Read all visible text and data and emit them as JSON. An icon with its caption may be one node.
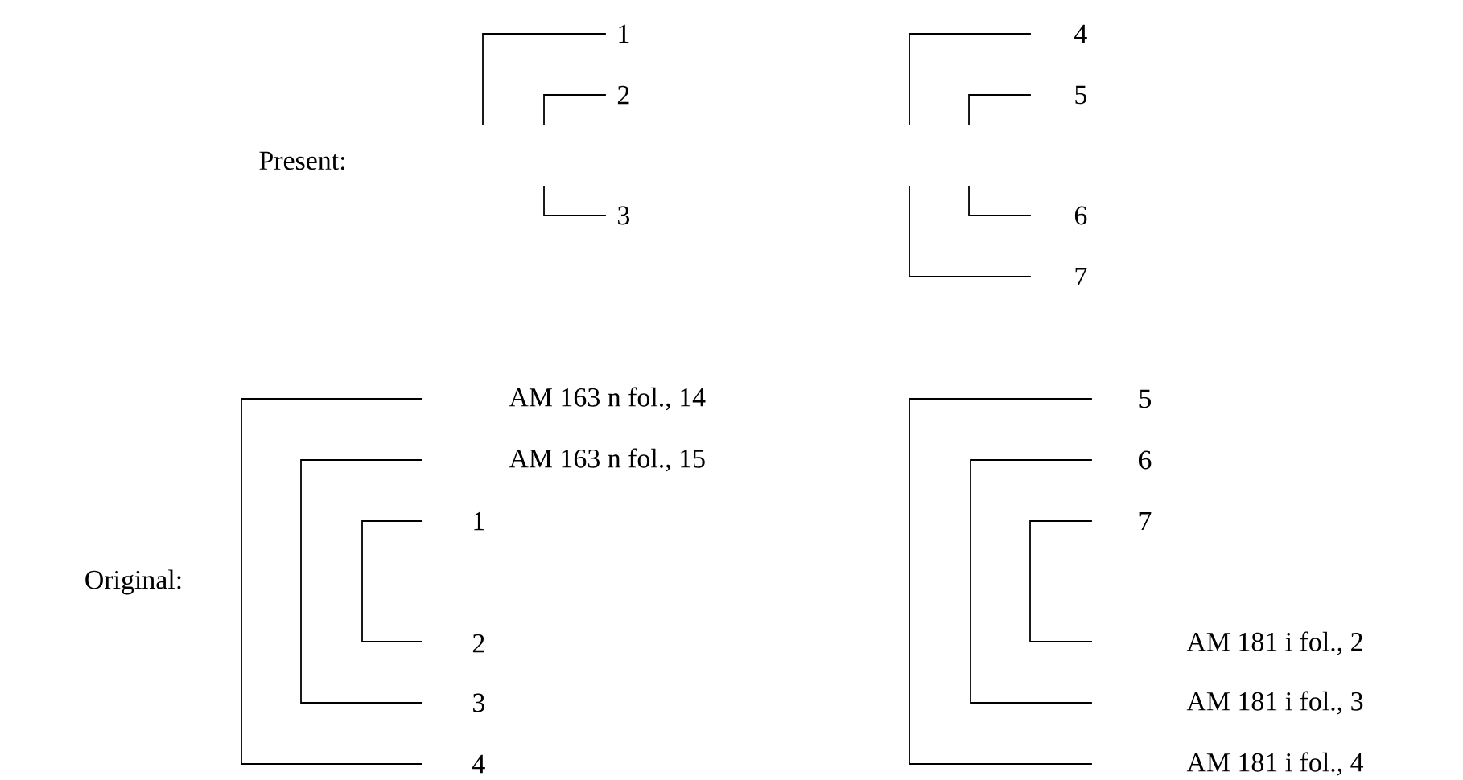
{
  "diagram": {
    "labels": [
      "Present:",
      "1",
      "2",
      "3",
      "4",
      "5",
      "6",
      "7",
      "Original:",
      "AM 163 n fol., 14",
      "AM 163 n fol., 15",
      "1",
      "2",
      "3",
      "4",
      "5",
      "6",
      "7",
      "AM 181 i fol., 2",
      "AM 181 i fol., 3",
      "AM 181 i fol., 4"
    ]
  }
}
